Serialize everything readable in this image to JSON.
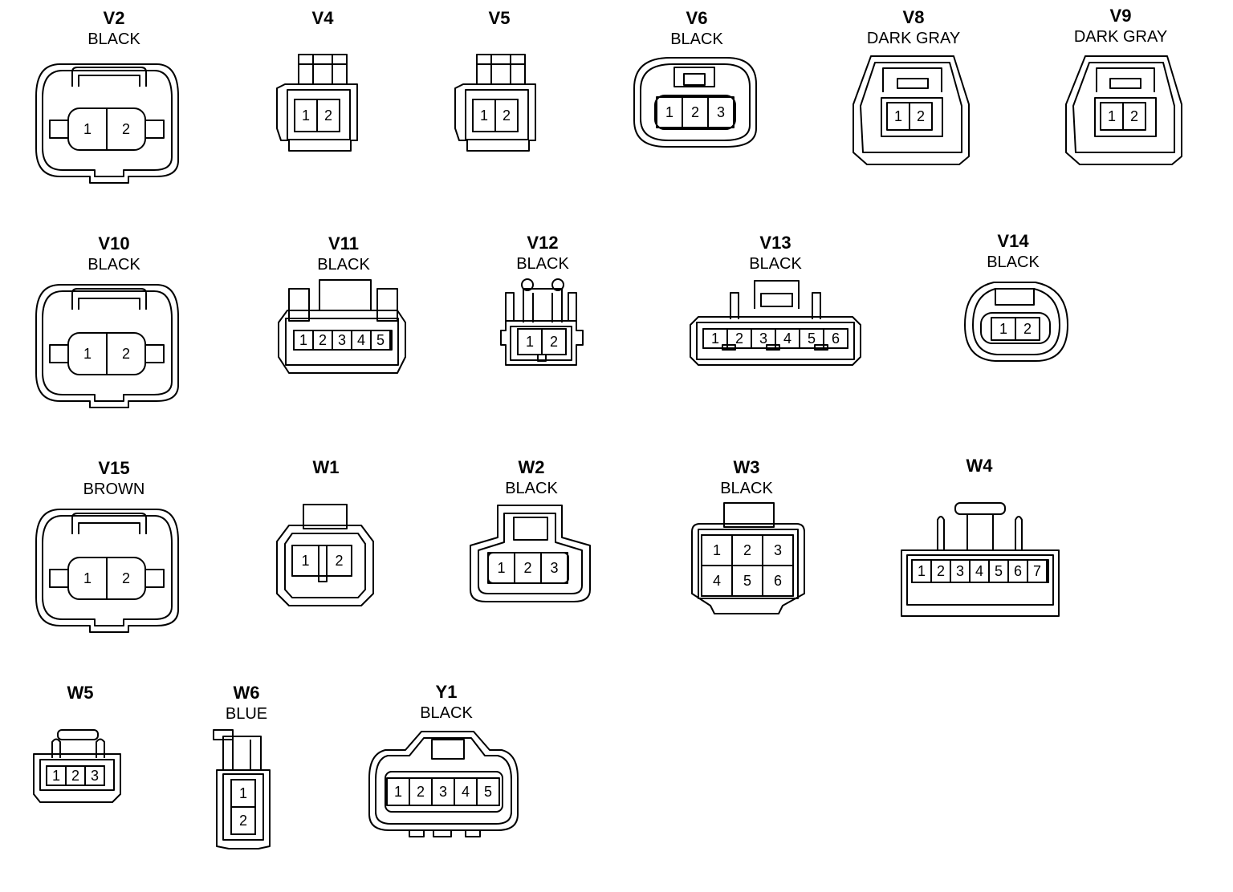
{
  "connectors": [
    {
      "id": "V2",
      "color": "BLACK",
      "pins": [
        "1",
        "2"
      ]
    },
    {
      "id": "V4",
      "color": "",
      "pins": [
        "1",
        "2"
      ]
    },
    {
      "id": "V5",
      "color": "",
      "pins": [
        "1",
        "2"
      ]
    },
    {
      "id": "V6",
      "color": "BLACK",
      "pins": [
        "1",
        "2",
        "3"
      ]
    },
    {
      "id": "V8",
      "color": "DARK GRAY",
      "pins": [
        "1",
        "2"
      ]
    },
    {
      "id": "V9",
      "color": "DARK GRAY",
      "pins": [
        "1",
        "2"
      ]
    },
    {
      "id": "V10",
      "color": "BLACK",
      "pins": [
        "1",
        "2"
      ]
    },
    {
      "id": "V11",
      "color": "BLACK",
      "pins": [
        "1",
        "2",
        "3",
        "4",
        "5"
      ]
    },
    {
      "id": "V12",
      "color": "BLACK",
      "pins": [
        "1",
        "2"
      ]
    },
    {
      "id": "V13",
      "color": "BLACK",
      "pins": [
        "1",
        "2",
        "3",
        "4",
        "5",
        "6"
      ]
    },
    {
      "id": "V14",
      "color": "BLACK",
      "pins": [
        "1",
        "2"
      ]
    },
    {
      "id": "V15",
      "color": "BROWN",
      "pins": [
        "1",
        "2"
      ]
    },
    {
      "id": "W1",
      "color": "",
      "pins": [
        "1",
        "2"
      ]
    },
    {
      "id": "W2",
      "color": "BLACK",
      "pins": [
        "1",
        "2",
        "3"
      ]
    },
    {
      "id": "W3",
      "color": "BLACK",
      "pins": [
        "1",
        "2",
        "3",
        "4",
        "5",
        "6"
      ]
    },
    {
      "id": "W4",
      "color": "",
      "pins": [
        "1",
        "2",
        "3",
        "4",
        "5",
        "6",
        "7"
      ]
    },
    {
      "id": "W5",
      "color": "",
      "pins": [
        "1",
        "2",
        "3"
      ]
    },
    {
      "id": "W6",
      "color": "BLUE",
      "pins": [
        "1",
        "2"
      ]
    },
    {
      "id": "Y1",
      "color": "BLACK",
      "pins": [
        "1",
        "2",
        "3",
        "4",
        "5"
      ]
    }
  ]
}
